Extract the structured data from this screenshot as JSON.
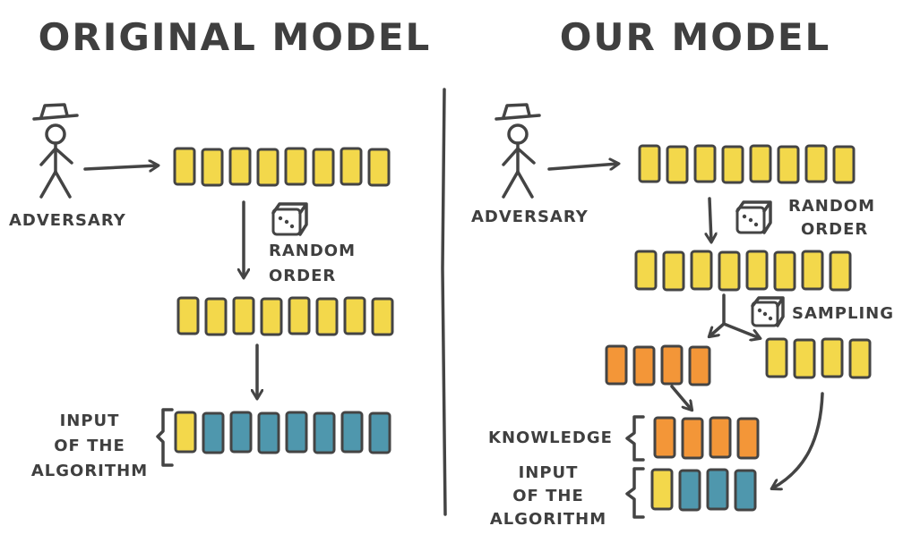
{
  "colors": {
    "yellow": "#f3d84b",
    "blue": "#4f97ad",
    "orange": "#f39638",
    "ink": "#444444"
  },
  "left_panel": {
    "title": "ORIGINAL MODEL",
    "adversary_label": "ADVERSARY",
    "random_order_label": [
      "RANDOM",
      "ORDER"
    ],
    "input_label": [
      "INPUT",
      "OF THE",
      "ALGORITHM"
    ],
    "top_row": [
      "yellow",
      "yellow",
      "yellow",
      "yellow",
      "yellow",
      "yellow",
      "yellow",
      "yellow"
    ],
    "shuffled_row": [
      "yellow",
      "yellow",
      "yellow",
      "yellow",
      "yellow",
      "yellow",
      "yellow",
      "yellow"
    ],
    "input_row": [
      "yellow",
      "blue",
      "blue",
      "blue",
      "blue",
      "blue",
      "blue",
      "blue"
    ]
  },
  "right_panel": {
    "title": "OUR MODEL",
    "adversary_label": "ADVERSARY",
    "random_order_label": [
      "RANDOM",
      "ORDER"
    ],
    "sampling_label": "SAMPLING",
    "knowledge_label": "KNOWLEDGE",
    "input_label": [
      "INPUT",
      "OF THE",
      "ALGORITHM"
    ],
    "top_row": [
      "yellow",
      "yellow",
      "yellow",
      "yellow",
      "yellow",
      "yellow",
      "yellow",
      "yellow"
    ],
    "shuffled_row": [
      "yellow",
      "yellow",
      "yellow",
      "yellow",
      "yellow",
      "yellow",
      "yellow",
      "yellow"
    ],
    "sample_row": [
      "orange",
      "orange",
      "orange",
      "orange"
    ],
    "rest_row": [
      "yellow",
      "yellow",
      "yellow",
      "yellow"
    ],
    "knowledge_row": [
      "orange",
      "orange",
      "orange",
      "orange"
    ],
    "input_row": [
      "yellow",
      "blue",
      "blue",
      "blue"
    ]
  }
}
